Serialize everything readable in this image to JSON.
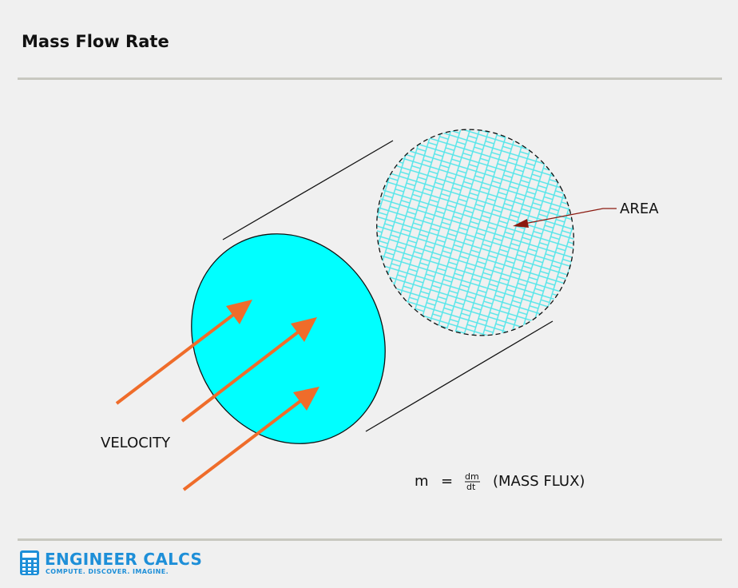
{
  "header": {
    "title": "Mass Flow Rate"
  },
  "diagram": {
    "area_label": "AREA",
    "velocity_label": "VELOCITY",
    "formula": {
      "lhs": "m",
      "equals": "=",
      "numerator": "dm",
      "denominator": "dt",
      "note": "(MASS FLUX)"
    },
    "colors": {
      "inlet_face": "#00ffff",
      "hatch": "#55e6ea",
      "arrows": "#ef6c2a",
      "area_leader": "#8b1a10"
    }
  },
  "footer": {
    "brand": "ENGINEER CALCS",
    "tagline": "COMPUTE. DISCOVER. IMAGINE.",
    "icon": "calculator-icon"
  }
}
